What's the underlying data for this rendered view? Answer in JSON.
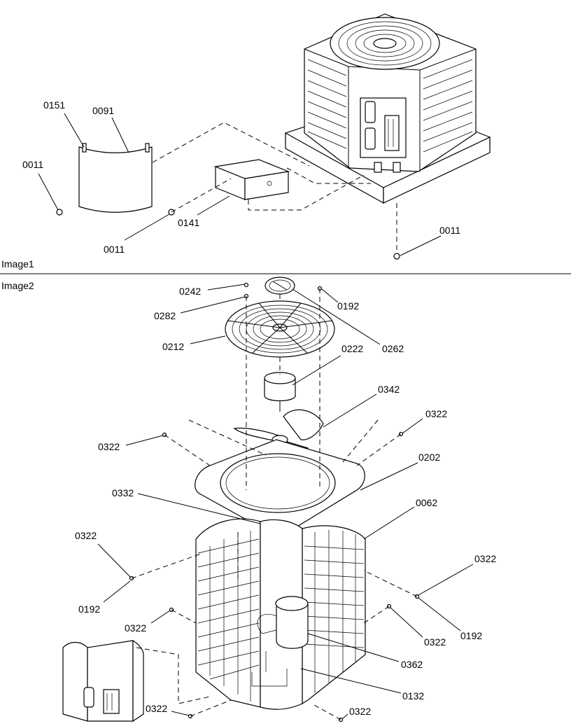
{
  "sections": [
    {
      "label": "Image1"
    },
    {
      "label": "Image2"
    }
  ],
  "callouts": {
    "img1": [
      "0151",
      "0091",
      "0011",
      "0011",
      "0141",
      "0011"
    ],
    "img2": [
      "0242",
      "0282",
      "0192",
      "0212",
      "0262",
      "0222",
      "0342",
      "0322",
      "0322",
      "0202",
      "0332",
      "0062",
      "0322",
      "0322",
      "0192",
      "0322",
      "0192",
      "0322",
      "0362",
      "0132",
      "0322",
      "0322"
    ]
  }
}
